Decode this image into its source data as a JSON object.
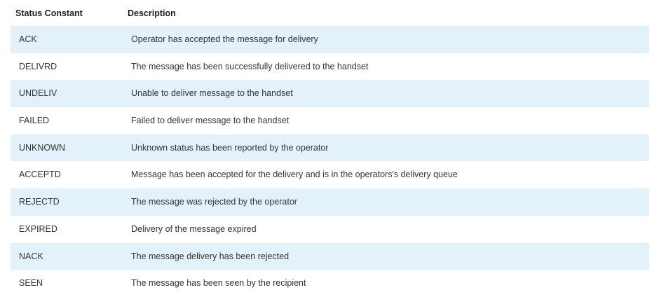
{
  "table": {
    "headers": {
      "status_constant": "Status Constant",
      "description": "Description"
    },
    "rows": [
      {
        "constant": "ACK",
        "description": "Operator has accepted the message for delivery"
      },
      {
        "constant": "DELIVRD",
        "description": "The message has been successfully delivered to the handset"
      },
      {
        "constant": "UNDELIV",
        "description": "Unable to deliver message to the handset"
      },
      {
        "constant": "FAILED",
        "description": "Failed to deliver message to the handset"
      },
      {
        "constant": "UNKNOWN",
        "description": "Unknown status has been reported by the operator"
      },
      {
        "constant": "ACCEPTD",
        "description": "Message has been accepted for the delivery and is in the operators's delivery queue"
      },
      {
        "constant": "REJECTD",
        "description": "The message was rejected by the operator"
      },
      {
        "constant": "EXPIRED",
        "description": "Delivery of the message expired"
      },
      {
        "constant": "NACK",
        "description": "The message delivery has been rejected"
      },
      {
        "constant": "SEEN",
        "description": "The message has been seen by the recipient"
      }
    ]
  },
  "colors": {
    "row_shade": "#e3f2fa",
    "text": "#333333",
    "header_text": "#1e1e1e"
  }
}
